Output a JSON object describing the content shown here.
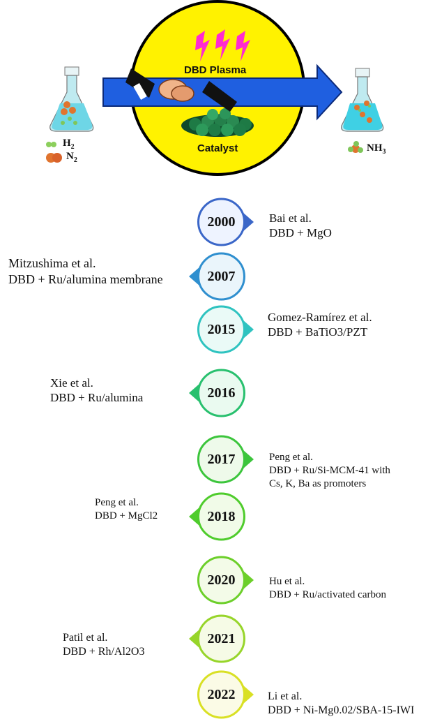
{
  "scheme": {
    "plasma_label": "DBD Plasma",
    "catalyst_label": "Catalyst",
    "reactants": {
      "h2": "H",
      "h2_sub": "2",
      "n2": "N",
      "n2_sub": "2"
    },
    "product": {
      "nh3": "NH",
      "nh3_sub": "3"
    }
  },
  "timeline": [
    {
      "year": "2000",
      "author": "Bai et al.",
      "text": "DBD + MgO",
      "text2": "",
      "color": "#3a66c8",
      "fill": "#eef3ff"
    },
    {
      "year": "2007",
      "author": "Mitzushima et al.",
      "text": "DBD + Ru/alumina membrane",
      "text2": "",
      "color": "#2f8fcf",
      "fill": "#eaf5fb"
    },
    {
      "year": "2015",
      "author": "Gomez-Ramírez et al.",
      "text": "DBD + BaTiO3/PZT",
      "text2": "",
      "color": "#2fc3c0",
      "fill": "#eafaf7"
    },
    {
      "year": "2016",
      "author": "Xie et al.",
      "text": "DBD + Ru/alumina",
      "text2": "",
      "color": "#28c06e",
      "fill": "#eafaf0"
    },
    {
      "year": "2017",
      "author": "Peng et al.",
      "text": "DBD + Ru/Si-MCM-41 with",
      "text2": "Cs, K, Ba as promoters",
      "color": "#3cc53c",
      "fill": "#eefaea"
    },
    {
      "year": "2018",
      "author": "Peng et al.",
      "text": "DBD + MgCl2",
      "text2": "",
      "color": "#4fcc2c",
      "fill": "#f1fbe8"
    },
    {
      "year": "2020",
      "author": "Hu et al.",
      "text": "DBD + Ru/activated carbon",
      "text2": "",
      "color": "#6ccf2a",
      "fill": "#f3fbe8"
    },
    {
      "year": "2021",
      "author": "Patil et al.",
      "text": "DBD + Rh/Al2O3",
      "text2": "",
      "color": "#97d52a",
      "fill": "#f6fbe6"
    },
    {
      "year": "2022",
      "author": "Li et al.",
      "text": "DBD + Ni-Mg0.02/SBA-15-IWI",
      "text2": "",
      "color": "#d9e024",
      "fill": "#fbfbe6"
    }
  ]
}
